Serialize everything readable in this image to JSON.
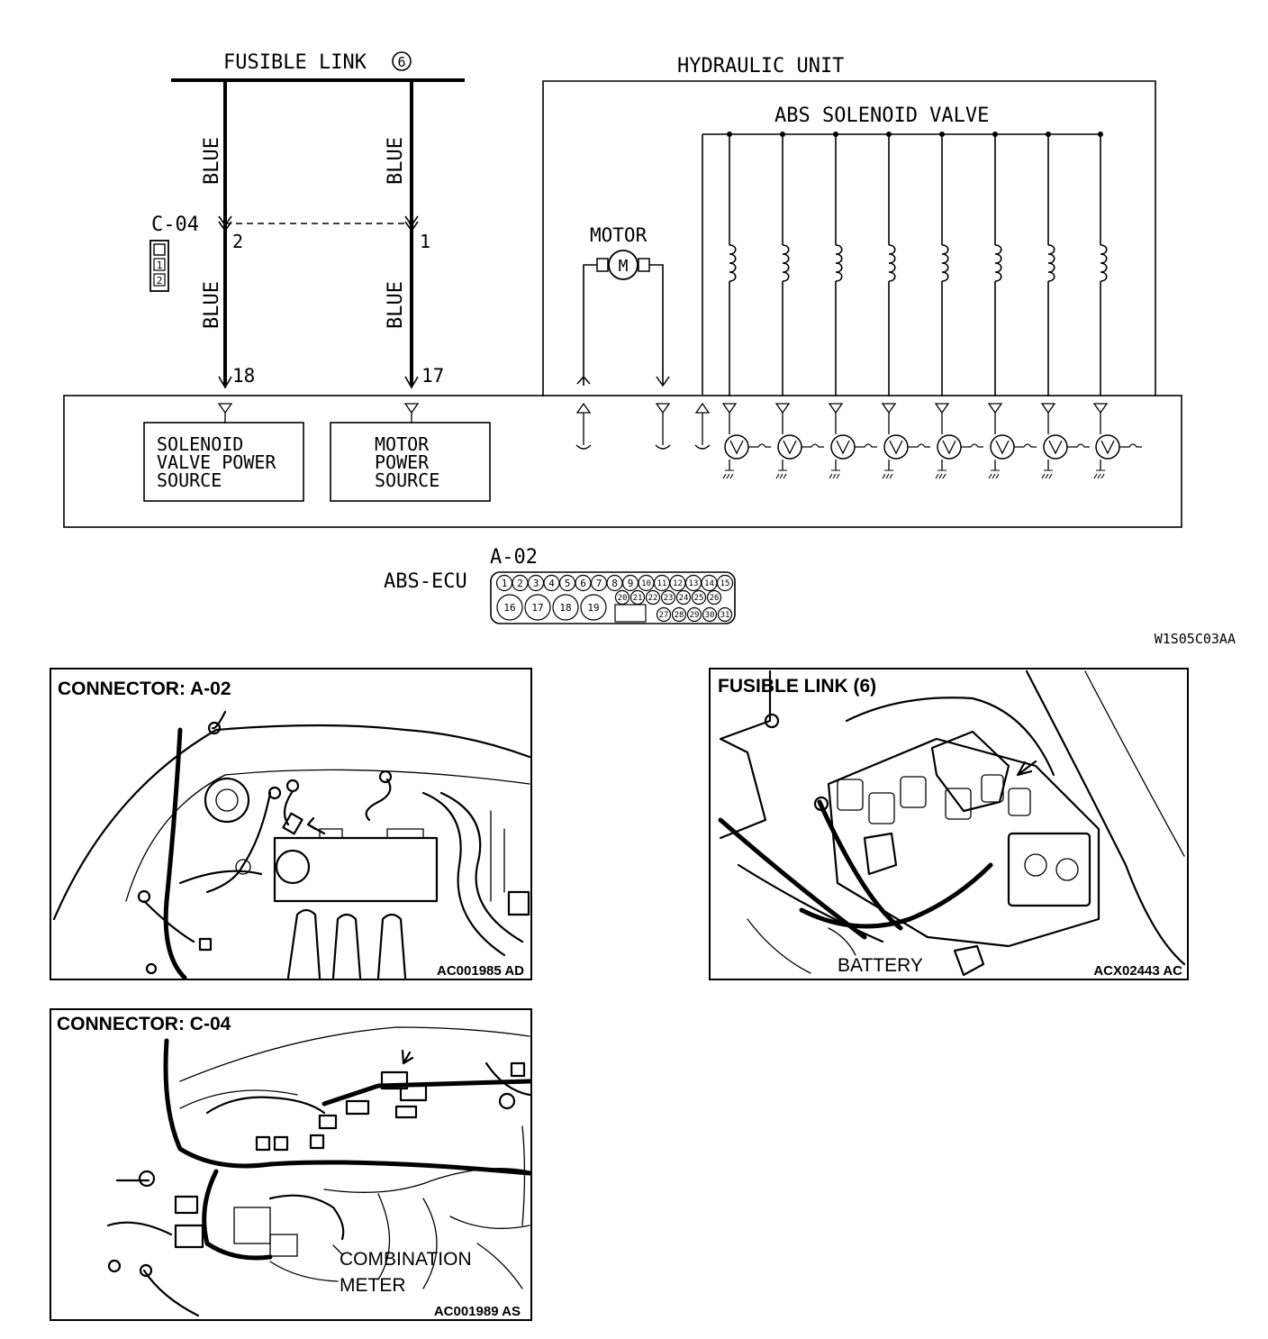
{
  "schematic": {
    "fusible_link": {
      "label": "FUSIBLE LINK",
      "number": "6"
    },
    "wire_color_labels": [
      "BLUE",
      "BLUE",
      "BLUE",
      "BLUE"
    ],
    "connector_c04": {
      "label": "C-04",
      "pin_left": "2",
      "pin_right": "1",
      "icon_pins": [
        "1",
        "2"
      ]
    },
    "ecu_terminals": {
      "left": "18",
      "right": "17"
    },
    "hydraulic_unit": {
      "title": "HYDRAULIC UNIT",
      "valve_title": "ABS SOLENOID VALVE",
      "motor_label": "MOTOR",
      "motor_symbol": "M"
    },
    "ecu_boxes": {
      "solenoid_lines": [
        "SOLENOID",
        "VALVE POWER",
        "SOURCE"
      ],
      "motor_lines": [
        "MOTOR",
        "POWER",
        "SOURCE"
      ]
    },
    "abs_ecu": {
      "label": "ABS-ECU",
      "connector_label": "A-02",
      "pins_row1": [
        "1",
        "2",
        "3",
        "4",
        "5",
        "6",
        "7",
        "8",
        "9",
        "10",
        "11",
        "12",
        "13",
        "14",
        "15"
      ],
      "pins_row2_large": [
        "16",
        "17",
        "18",
        "19"
      ],
      "pins_row2_small": [
        "20",
        "21",
        "22",
        "23",
        "24",
        "25",
        "26"
      ],
      "pins_row3_small": [
        "27",
        "28",
        "29",
        "30",
        "31"
      ]
    },
    "figure_code": "W1S05C03AA"
  },
  "panels": {
    "a02": {
      "title": "CONNECTOR: A-02",
      "code": "AC001985 AD"
    },
    "fusible": {
      "title": "FUSIBLE LINK (6)",
      "code": "ACX02443 AC",
      "callout": "BATTERY"
    },
    "c04": {
      "title": "CONNECTOR: C-04",
      "code": "AC001989 AS",
      "callout_line1": "COMBINATION",
      "callout_line2": "METER"
    }
  }
}
